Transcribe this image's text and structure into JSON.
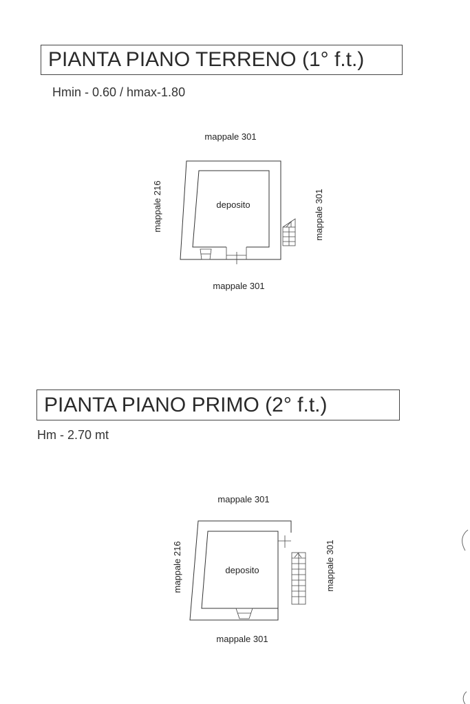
{
  "plan_ground": {
    "title": "PIANTA PIANO TERRENO (1° f.t.)",
    "heights": "Hmin - 0.60 / hmax-1.80",
    "label_top": "mappale 301",
    "label_bottom": "mappale 301",
    "label_left": "mappale 216",
    "label_right": "mappale 301",
    "room": "deposito"
  },
  "plan_first": {
    "title": "PIANTA PIANO PRIMO (2° f.t.)",
    "heights": "Hm - 2.70 mt",
    "label_top": "mappale 301",
    "label_bottom": "mappale 301",
    "label_left": "mappale 216",
    "label_right": "mappale 301",
    "room": "deposito"
  }
}
